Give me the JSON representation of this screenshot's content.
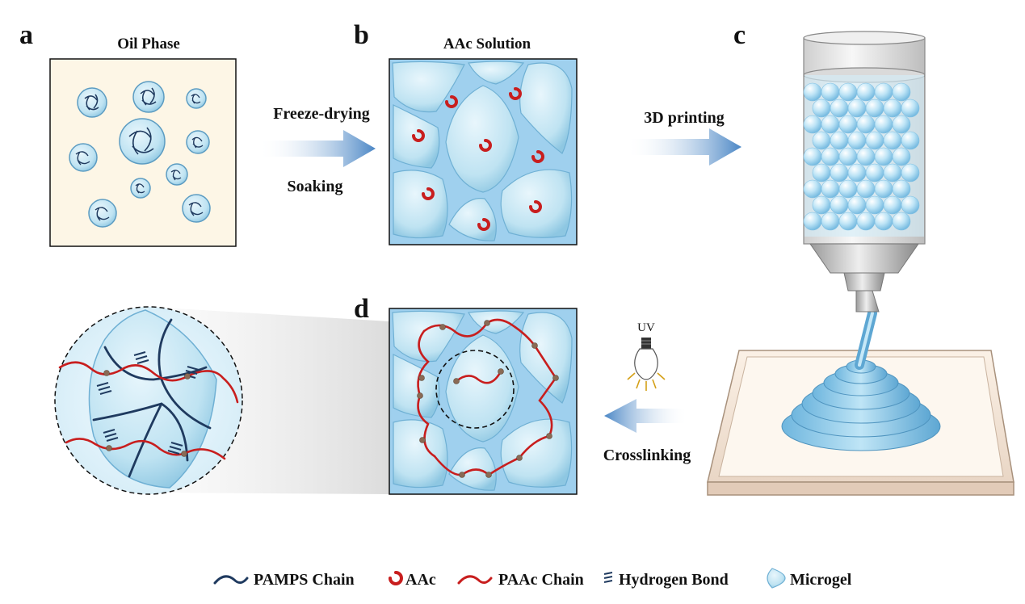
{
  "panels": {
    "a": {
      "letter": "a",
      "title": "Oil Phase"
    },
    "b": {
      "letter": "b",
      "title": "AAc Solution"
    },
    "c": {
      "letter": "c"
    },
    "d": {
      "letter": "d"
    }
  },
  "steps": {
    "freeze_drying": "Freeze-drying",
    "soaking": "Soaking",
    "printing": "3D printing",
    "crosslinking": "Crosslinking",
    "uv": "UV"
  },
  "legend": {
    "pamps": "PAMPS Chain",
    "aac": "AAc",
    "paac": "PAAc Chain",
    "hbond": "Hydrogen Bond",
    "microgel": "Microgel"
  },
  "colors": {
    "pamps_chain": "#1f3a5f",
    "paac_chain": "#c81e1e",
    "aac_monomer": "#c81e1e",
    "microgel": "#bfe3f2",
    "solution_bg": "#9fd0ee",
    "oil_bg": "#fdf6e6",
    "arrow": "#4a86c5"
  }
}
